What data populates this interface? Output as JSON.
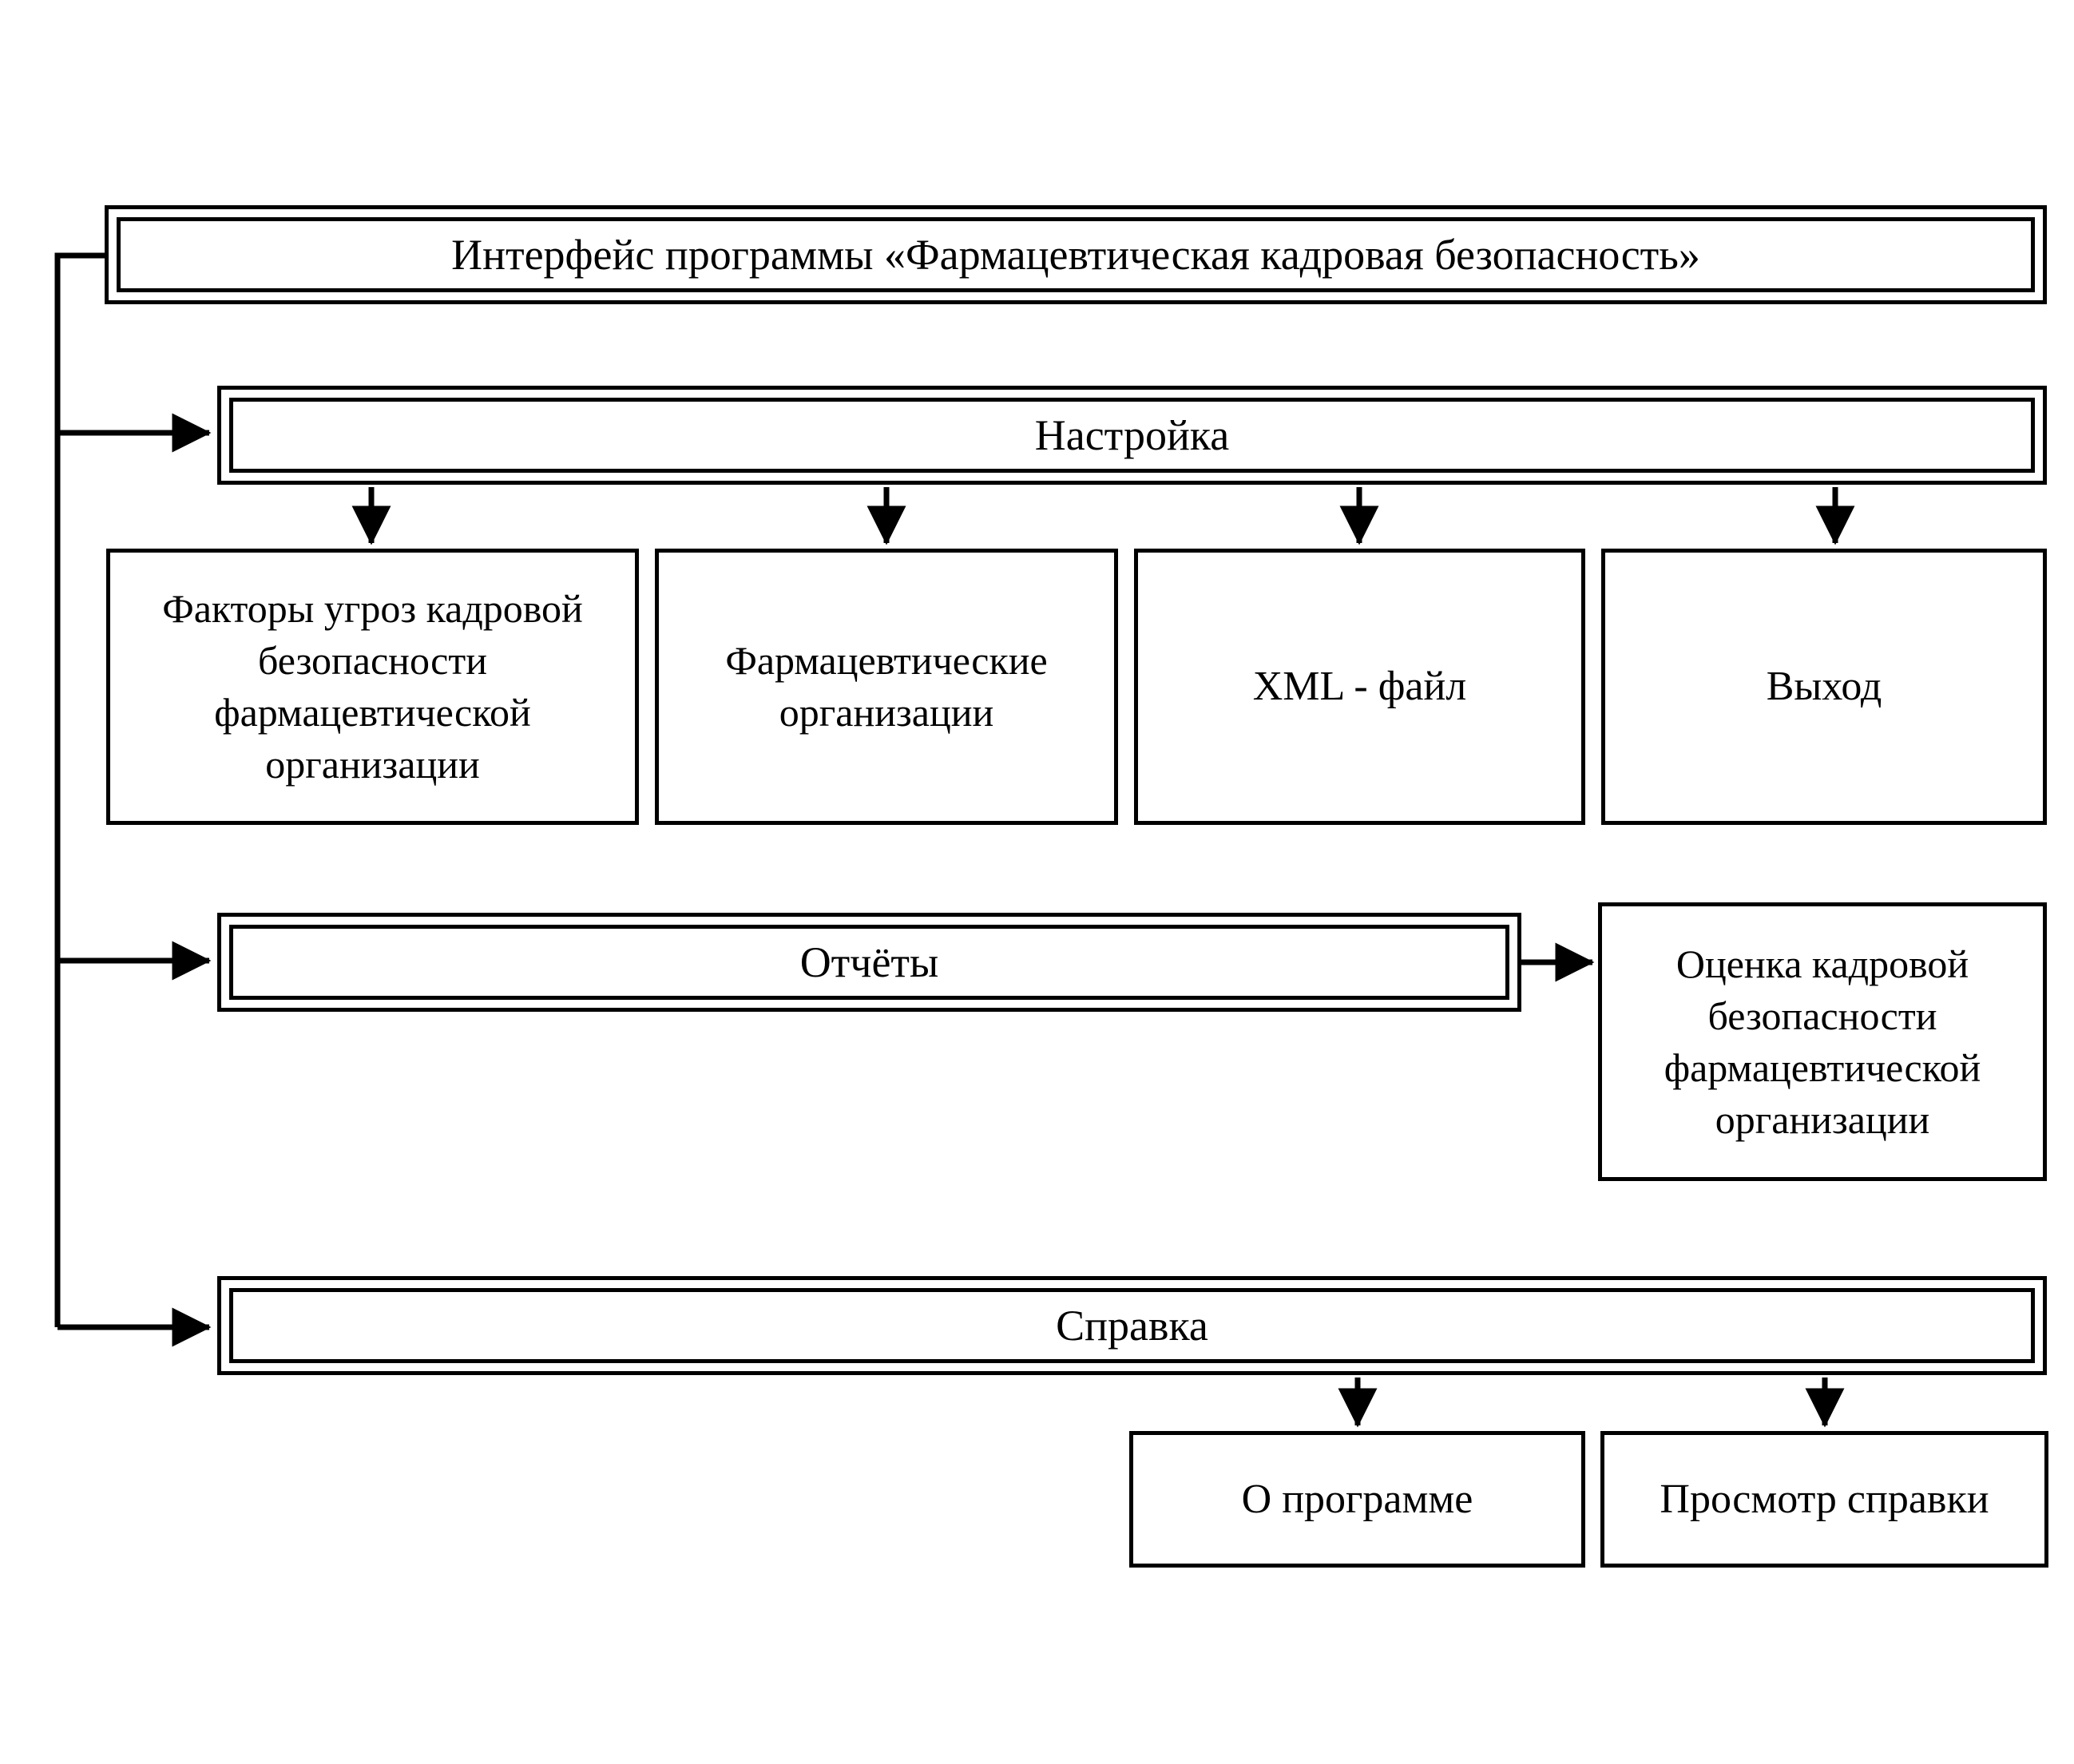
{
  "diagram": {
    "type": "flowchart",
    "title_node": "Интерфейс программы «Фармацевтическая кадровая безопасность»",
    "nodes": {
      "interface": "Интерфейс программы «Фармацевтическая кадровая безопасность»",
      "settings": "Настройка",
      "threat_factors": "Факторы угроз кадровой безопасности фармацевтической организации",
      "pharm_orgs": "Фармацевтические организации",
      "xml_file": "XML - файл",
      "exit": "Выход",
      "reports": "Отчёты",
      "assessment": "Оценка кадровой безопасности фармацевтической организации",
      "help": "Справка",
      "about": "О программе",
      "view_help": "Просмотр справки"
    },
    "edges": [
      {
        "from": "interface",
        "to": "settings",
        "kind": "elbow-left-arrow"
      },
      {
        "from": "interface",
        "to": "reports",
        "kind": "elbow-left-arrow"
      },
      {
        "from": "interface",
        "to": "help",
        "kind": "elbow-left-arrow"
      },
      {
        "from": "settings",
        "to": "threat_factors",
        "kind": "down-arrow"
      },
      {
        "from": "settings",
        "to": "pharm_orgs",
        "kind": "down-arrow"
      },
      {
        "from": "settings",
        "to": "xml_file",
        "kind": "down-arrow"
      },
      {
        "from": "settings",
        "to": "exit",
        "kind": "down-arrow"
      },
      {
        "from": "reports",
        "to": "assessment",
        "kind": "right-arrow"
      },
      {
        "from": "help",
        "to": "about",
        "kind": "down-arrow"
      },
      {
        "from": "help",
        "to": "view_help",
        "kind": "down-arrow"
      }
    ],
    "colors": {
      "stroke": "#000000",
      "background": "#ffffff",
      "text": "#000000"
    }
  }
}
